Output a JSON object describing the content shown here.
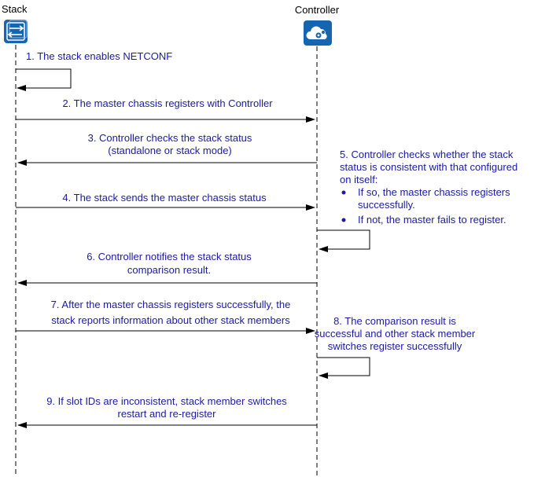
{
  "lifelines": {
    "stack": {
      "label": "Stack",
      "icon": "stack-switch-icon"
    },
    "controller": {
      "label": "Controller",
      "icon": "cloud-gear-icon"
    }
  },
  "colors": {
    "text": "#1a1aa6",
    "icon_fill": "#1565b0",
    "line": "#000000"
  },
  "messages": [
    {
      "lines": [
        "1. The stack enables NETCONF"
      ]
    },
    {
      "lines": [
        "2. The master chassis registers with Controller"
      ]
    },
    {
      "lines": [
        "3. Controller checks the stack status",
        "(standalone or stack mode)"
      ]
    },
    {
      "lines": [
        "4. The stack sends the master chassis status"
      ]
    },
    {
      "lines": [
        "6. Controller notifies the stack status",
        "comparison result."
      ]
    },
    {
      "lines": [
        "7. After the master chassis registers successfully, the",
        "stack reports information about other stack members"
      ]
    },
    {
      "lines": [
        "9. If slot IDs are inconsistent, stack member switches",
        "restart and re-register"
      ]
    }
  ],
  "note5": {
    "lines": [
      "5. Controller checks whether the stack",
      "status is consistent with that configured",
      "on itself:"
    ],
    "bullets": [
      [
        "If so, the master chassis registers",
        "successfully."
      ],
      [
        "If not, the master fails to register."
      ]
    ]
  },
  "note8": {
    "lines": [
      "8. The comparison result is",
      "successful and other stack member",
      "switches register successfully"
    ]
  }
}
